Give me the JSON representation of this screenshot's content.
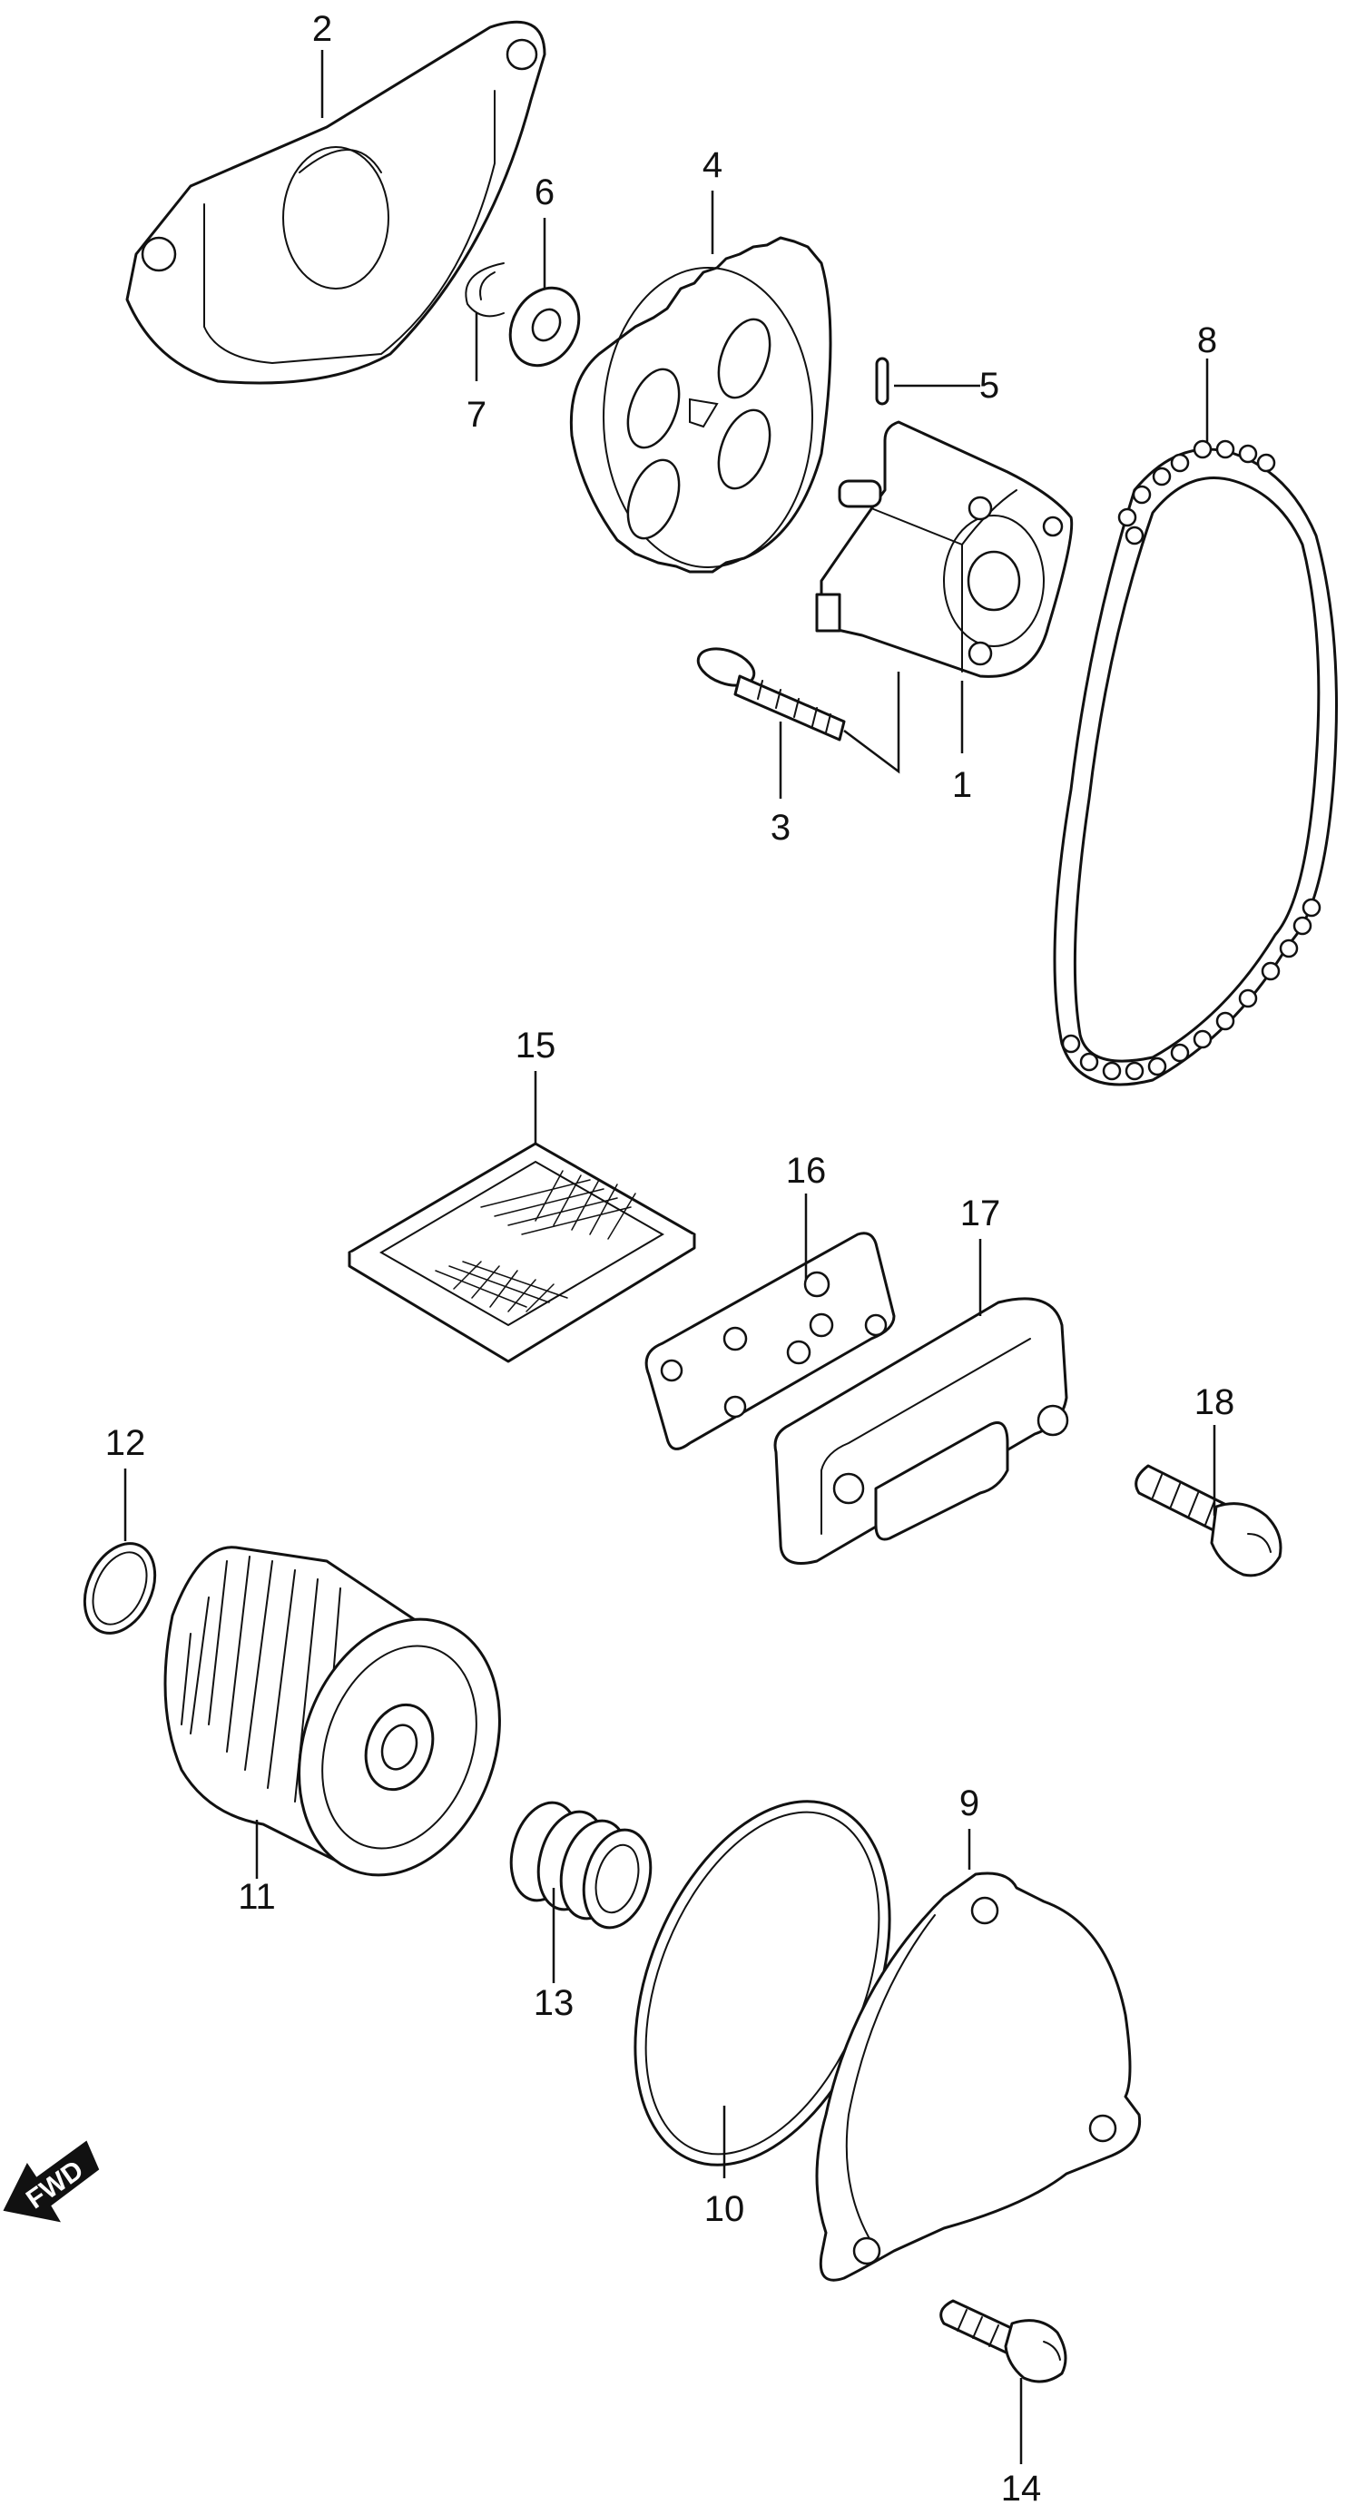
{
  "diagram": {
    "fwd_label": "FWD",
    "part_numbers": [
      "1",
      "2",
      "3",
      "4",
      "5",
      "6",
      "7",
      "8",
      "9",
      "10",
      "11",
      "12",
      "13",
      "14",
      "15",
      "16",
      "17",
      "18"
    ]
  }
}
